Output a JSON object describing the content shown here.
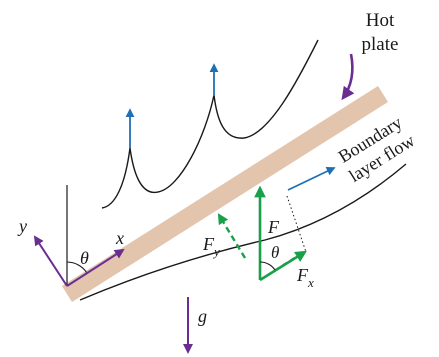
{
  "labels": {
    "hot_plate_line1": "Hot",
    "hot_plate_line2": "plate",
    "boundary_line1": "Boundary",
    "boundary_line2": "layer flow",
    "x_axis": "x",
    "y_axis": "y",
    "theta_base": "θ",
    "theta_force": "θ",
    "force": "F",
    "force_y": "F",
    "force_y_sub": "y",
    "force_x": "F",
    "force_x_sub": "x",
    "gravity": "g"
  },
  "colors": {
    "plate": "#e3c4ac",
    "force_arrows": "#1aa04a",
    "axis_arrows": "#6a2e91",
    "flow_arrows": "#1f6fb5",
    "curves": "#1a1a1a"
  }
}
